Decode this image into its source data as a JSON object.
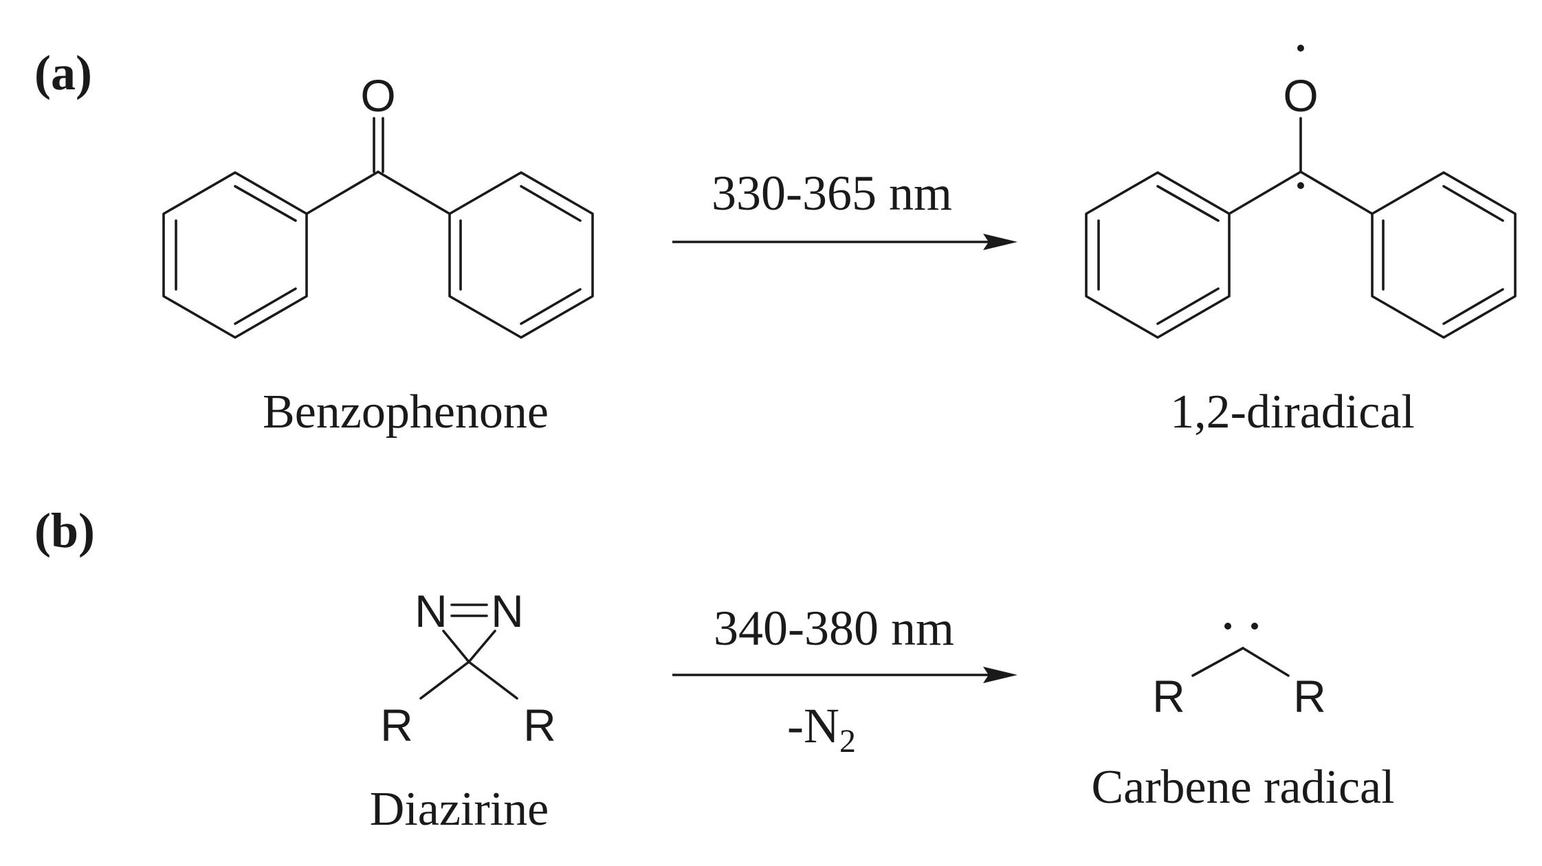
{
  "panel_a": {
    "label": "(a)",
    "reactant": {
      "name": "Benzophenone",
      "atom_o": "O"
    },
    "condition": "330-365 nm",
    "product": {
      "name": "1,2-diradical",
      "atom_o": "O"
    }
  },
  "panel_b": {
    "label": "(b)",
    "reactant": {
      "name": "Diazirine",
      "atom_n1": "N",
      "atom_n2": "N",
      "sub_r1": "R",
      "sub_r2": "R"
    },
    "condition_above": "340-380 nm",
    "condition_below_prefix": "-N",
    "condition_below_sub": "2",
    "product": {
      "name": "Carbene radical",
      "sub_r1": "R",
      "sub_r2": "R"
    }
  }
}
